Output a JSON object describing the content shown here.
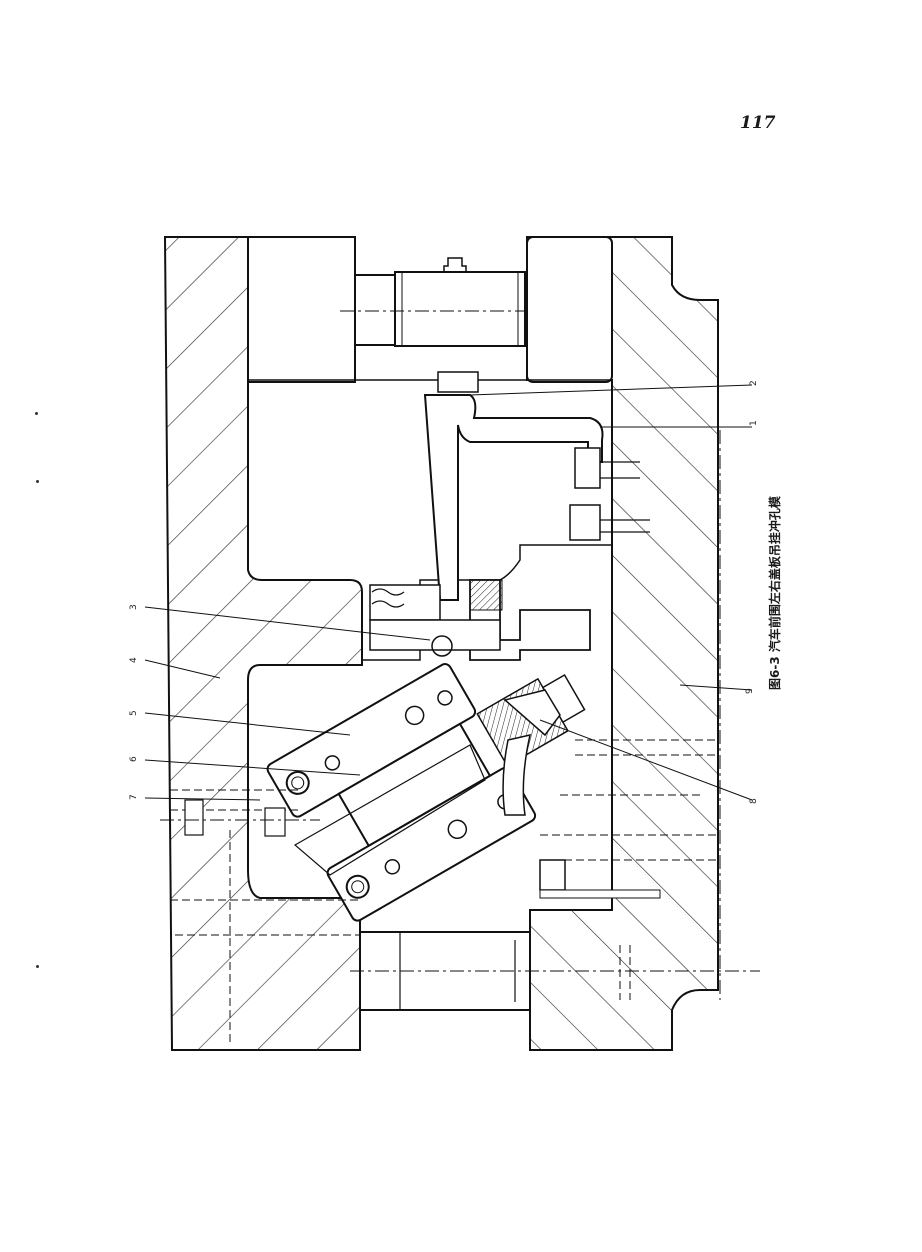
{
  "page": {
    "number": "117"
  },
  "figure": {
    "caption": "图6-3 汽车前围左右盖板吊挂冲孔模",
    "labels": [
      "1",
      "2",
      "3",
      "4",
      "5",
      "6",
      "7",
      "8",
      "9"
    ]
  }
}
